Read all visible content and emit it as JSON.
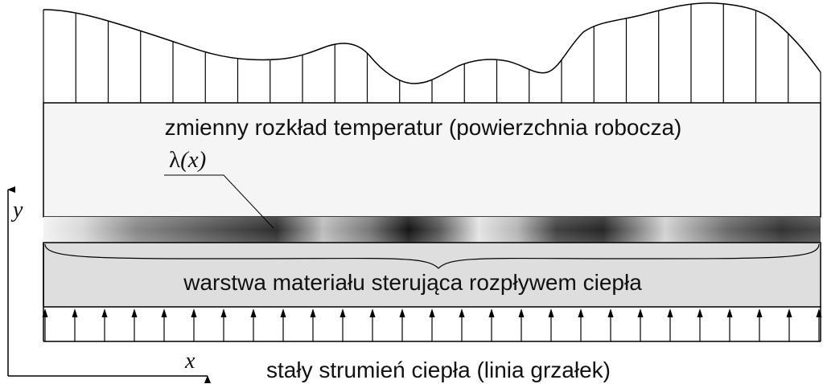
{
  "labels": {
    "top_region": "zmienny rozkład temperatur (powierzchnia robocza)",
    "lambda_symbol": "λ",
    "lambda_arg": "(x)",
    "layer": "warstwa materiału sterująca rozpływem ciepła",
    "heat_flux": "stały strumień ciepła (linia grzałek)",
    "axis_x": "x",
    "axis_y": "y"
  },
  "colors": {
    "stroke": "#000000",
    "top_fill": "#f5f5f5",
    "layer_fill": "#dedede"
  },
  "heater_arrow_count": 27,
  "temperature_profile_line_count": 24
}
